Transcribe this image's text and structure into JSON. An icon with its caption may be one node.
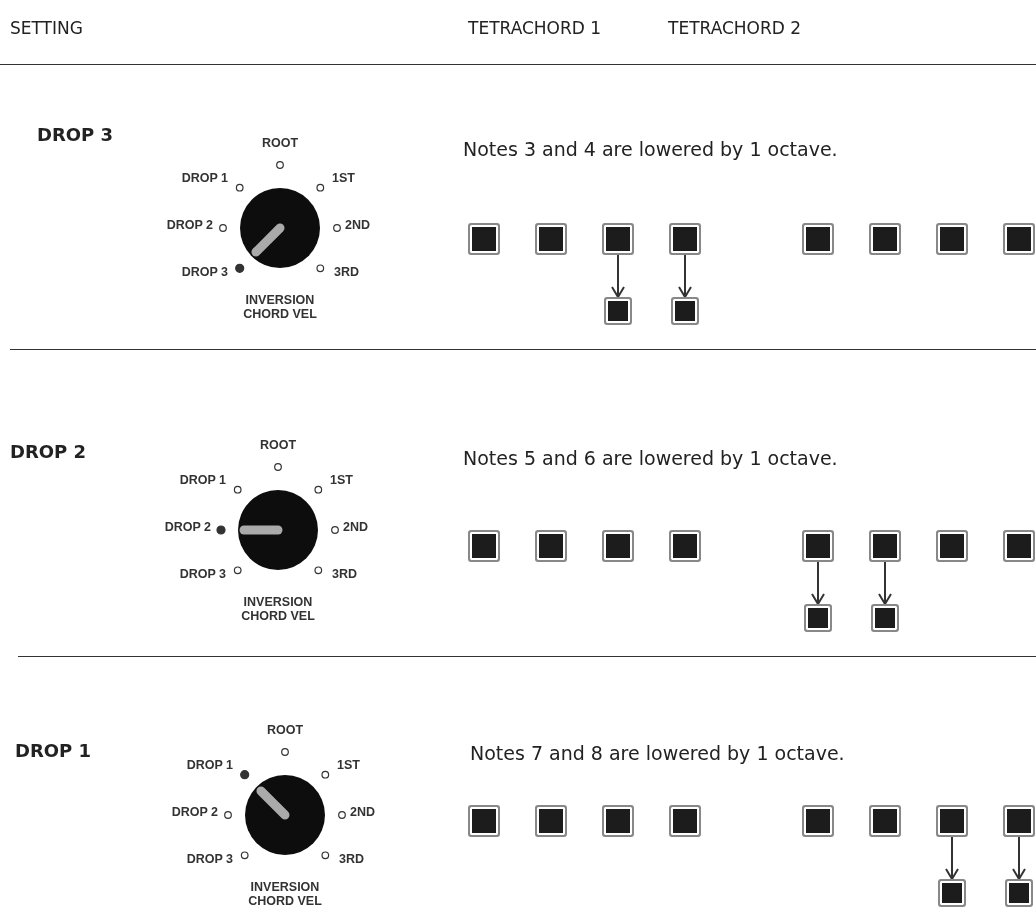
{
  "diagram": {
    "nodes": [
      {
        "text": [],
        "shape": "box"
      },
      {
        "text": [],
        "shape": "box"
      },
      {
        "text": [],
        "shape": "box"
      },
      {
        "text": [],
        "shape": "box"
      },
      {
        "text": [],
        "shape": "box"
      },
      {
        "text": [],
        "shape": "box"
      },
      {
        "text": [],
        "shape": "box"
      },
      {
        "text": [],
        "shape": "box"
      },
      {
        "text": [],
        "shape": "box"
      },
      {
        "text": [],
        "shape": "box"
      },
      {
        "text": [],
        "shape": "box"
      },
      {
        "text": [],
        "shape": "box"
      },
      {
        "text": [],
        "shape": "box"
      },
      {
        "text": [],
        "shape": "box"
      },
      {
        "text": [],
        "shape": "box"
      },
      {
        "text": [],
        "shape": "box"
      },
      {
        "text": [],
        "shape": "box"
      },
      {
        "text": [],
        "shape": "box"
      },
      {
        "text": [],
        "shape": "box"
      },
      {
        "text": [],
        "shape": "box"
      },
      {
        "text": [],
        "shape": "box"
      },
      {
        "text": [],
        "shape": "box"
      },
      {
        "text": [],
        "shape": "box"
      },
      {
        "text": [],
        "shape": "box"
      },
      {
        "text": [],
        "shape": "box"
      },
      {
        "text": [],
        "shape": "box"
      },
      {
        "text": [],
        "shape": "box"
      },
      {
        "text": [],
        "shape": "box"
      },
      {
        "text": [],
        "shape": "box"
      },
      {
        "text": [],
        "shape": "box"
      }
    ],
    "edges": [
      {
        "from": 2,
        "to": 8,
        "arrow": "to"
      },
      {
        "from": 3,
        "to": 9,
        "arrow": "to"
      },
      {
        "from": 14,
        "to": 18,
        "arrow": "to"
      },
      {
        "from": 15,
        "to": 19,
        "arrow": "to"
      },
      {
        "from": 26,
        "to": 28,
        "arrow": "to"
      },
      {
        "from": 27,
        "to": 29,
        "arrow": "to"
      }
    ],
    "labels": [
      "SETTING",
      "TETRACHORD 1",
      "TETRACHORD 2",
      "DROP 3",
      "ROOT",
      "DROP 1",
      "1ST",
      "DROP 2",
      "2ND",
      "DROP 3",
      "3RD",
      "INVERSION CHORD VEL",
      "Notes 3 and 4 are lowered by 1 octave.",
      "DROP 2",
      "ROOT",
      "DROP 1",
      "1ST",
      "DROP 2",
      "2ND",
      "DROP 3",
      "3RD",
      "INVERSION CHORD VEL",
      "Notes 5 and 6 are lowered by 1 octave.",
      "DROP 1",
      "ROOT",
      "DROP 1",
      "1ST",
      "DROP 2",
      "2ND",
      "DROP 3",
      "3RD",
      "INVERSION CHORD VEL",
      "Notes 7 and 8 are lowered by 1 octave."
    ]
  }
}
